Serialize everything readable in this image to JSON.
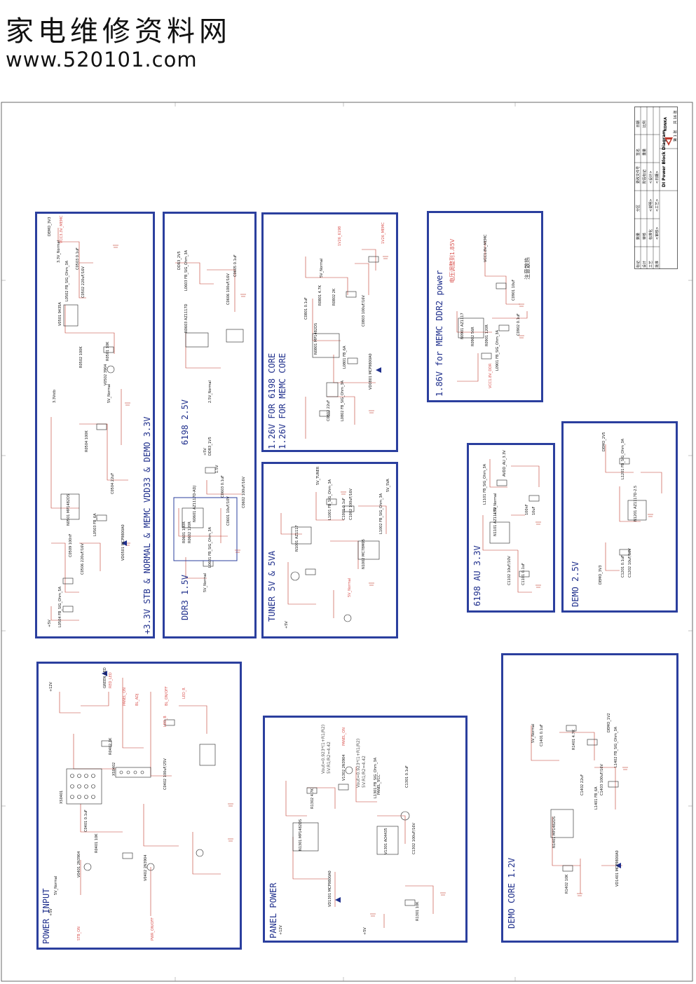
{
  "watermark": {
    "site_name_cn": "家电维修资料网",
    "url": "www.520101.com"
  },
  "blocks": [
    {
      "id": "stb",
      "title": "+3.3V STB & NORMAL & MEMC VDD33 & DEMO 3.3V"
    },
    {
      "id": "ddr3",
      "title": "DDR3 1.5V"
    },
    {
      "id": "6198-25",
      "title": "6198 2.5V"
    },
    {
      "id": "core",
      "title_line1": "1.26V FOR 6198 CORE",
      "title_line2": "1.26V FOR MEMC CORE"
    },
    {
      "id": "memc-ddr2",
      "title": "1.86V for MEMC DDR2 power"
    },
    {
      "id": "tuner",
      "title": "TUNER 5V & 5VA"
    },
    {
      "id": "au33",
      "title": "6198 AU 3.3V"
    },
    {
      "id": "demo25",
      "title": "DEMO 2.5V"
    },
    {
      "id": "power-input",
      "title": "POWER INPUT"
    },
    {
      "id": "panel-power",
      "title": "PANEL POWER"
    },
    {
      "id": "demo-core",
      "title": "DEMO CORE 1.2V"
    }
  ],
  "annotations": {
    "memc_note": "电压调整到1.85V",
    "memc_note2": "注意散热",
    "panel_note1": "Vout=0.923*(1+R1/R2)",
    "panel_note2": "5V:R1/R2=4.42",
    "panel_note3": "Vout=0.923*(1+R1/R2)",
    "panel_note4": "5V:R1/R2=4.42"
  },
  "parts": {
    "stb": [
      "DEMO_3V3",
      "3.3V_Normal",
      "VCC3.3V_MEMC",
      "C0503 0.1uF",
      "C0502 220uF/16V",
      "L0502 FB_SIG_Ohm_3A",
      "V0501 9435A",
      "R0501 10K",
      "R0502 100K",
      "V0502 3904",
      "N0501 MP1482DS",
      "L0503 FB_6A",
      "C0504 22uF",
      "R0504 100K",
      "C0506 220uF/16V",
      "VD0501 MCP9800A0",
      "C0509 100nF",
      "L0504 FB_SIG_Ohm_5A",
      "+5V",
      "3.3Vstb",
      "5V_Normal"
    ],
    "ddr3": [
      "DDR3_1V5",
      "1.5V",
      "N0601 AZ1117D-ADJ",
      "R0601 180R",
      "R0602 120R",
      "C0601 10uF/10V",
      "C0603 0.1uF",
      "C0602 100uF/16V",
      "L0601 FB_SIG_Ohm_3A",
      "5V_Normal",
      "+5V"
    ],
    "ddr_upper": [
      "DDR3_2V5",
      "L0603 FB_SIG_Ohm_3A",
      "C0605 0.1uF",
      "C0606 100uF/16V",
      "N0603 AZ1117D",
      "2.5V_Normal"
    ],
    "core": [
      "5V_Normal",
      "1V26_6198",
      "1V26_MEMC",
      "N0801 MP1482DS",
      "L0801 FB_6A",
      "C0801 0.1uF",
      "C0802 22uF",
      "R0801 4.7K",
      "R0802 2K",
      "VD0801 MCP9800A0",
      "C0803 100uF/16V",
      "L0802 FB_SIG_Ohm_3A"
    ],
    "memc": [
      "VCC1.8V_MEMC",
      "N0901 AZ1117",
      "C0901 10uF",
      "C0902 0.1uF",
      "R0901 120R",
      "R0902 56R",
      "L0901 FB_SIG_Ohm_3A",
      "VCC1.8V_DDR"
    ],
    "tuner": [
      "5V_TUNER",
      "5V_5VA",
      "N1001 AZ1117",
      "N1002 MC78M05",
      "L1001 FB_SIG_Ohm_3A",
      "L1002 FB_SIG_Ohm_3A",
      "C1001 0.1uF",
      "C1002 100uF/16V",
      "+5V",
      "5V_Normal"
    ],
    "au33": [
      "AVDD_AU_3.3V",
      "N1101 AZ1117D",
      "C1101 0.1uF",
      "C1102 10uF/10V",
      "L1101 FB_SIG_Ohm_3A",
      "+5V_Normal",
      "100nF",
      "10uF"
    ],
    "demo25": [
      "DEMO_2V5",
      "N1201 AZ1117D-2.5",
      "C1201 0.1uF",
      "C1202 10uF/10V",
      "L1201 FB_SIG_Ohm_3A",
      "DEMO_3V3"
    ],
    "power_input": [
      "XS0401",
      "XS0402",
      "+12V",
      "+5V",
      "5V_Normal",
      "V0401 2N3904",
      "V0402 2N3904",
      "R0401 10K",
      "R0402 1K",
      "C0401 0.1uF",
      "C0402 100uF/25V",
      "STB_ON",
      "PWR_ON/OFF",
      "PANEL_ON",
      "BL_ADJ",
      "BL_ON/OFF",
      "GREEN_LED",
      "RED_LED",
      "LED_B",
      "LED_R"
    ],
    "panel": [
      "+12V",
      "+5V",
      "PANEL_VCC",
      "PANEL_ON",
      "N1301 MP1482DS",
      "V1301 AO4435",
      "V1302 2N3904",
      "L1301 FB_SIG_Ohm_3A",
      "C1301 0.1uF",
      "C1302 100uF/16V",
      "R1301 10K",
      "R1302 4.7K",
      "VD1301 MCP9800A0"
    ],
    "demo_core": [
      "DEMO_1V2",
      "N1401 MP1482DS",
      "L1401 FB_6A",
      "L1402 FB_SIG_Ohm_3A",
      "C1401 0.1uF",
      "C1402 22uF",
      "C1403 100uF/16V",
      "R1401 4.7K",
      "R1402 10K",
      "VD1401 MCP9800A0",
      "5V_Normal"
    ]
  },
  "title_block": {
    "company": "KONKA",
    "drawing_title": "DI Power Block Diagram",
    "sheet": "第 1 张",
    "total": "共 16 张",
    "labels": [
      "标记",
      "数量",
      "分区",
      "更改文件号",
      "签名",
      "日期",
      "设计",
      "审核",
      "工艺",
      "标准化",
      "批准",
      "阶段标记",
      "重量",
      "比例"
    ],
    "cells": [
      "<说明>",
      "<设计>",
      "<审核>",
      "<工艺>",
      "<日期>"
    ]
  },
  "colors": {
    "block_border": "#2b3f9e",
    "block_title": "#1f2f8c",
    "wire": "#c0392b",
    "ground": "#c0392b",
    "net_label": "#d9534f",
    "component": "#222222",
    "background": "#ffffff"
  }
}
